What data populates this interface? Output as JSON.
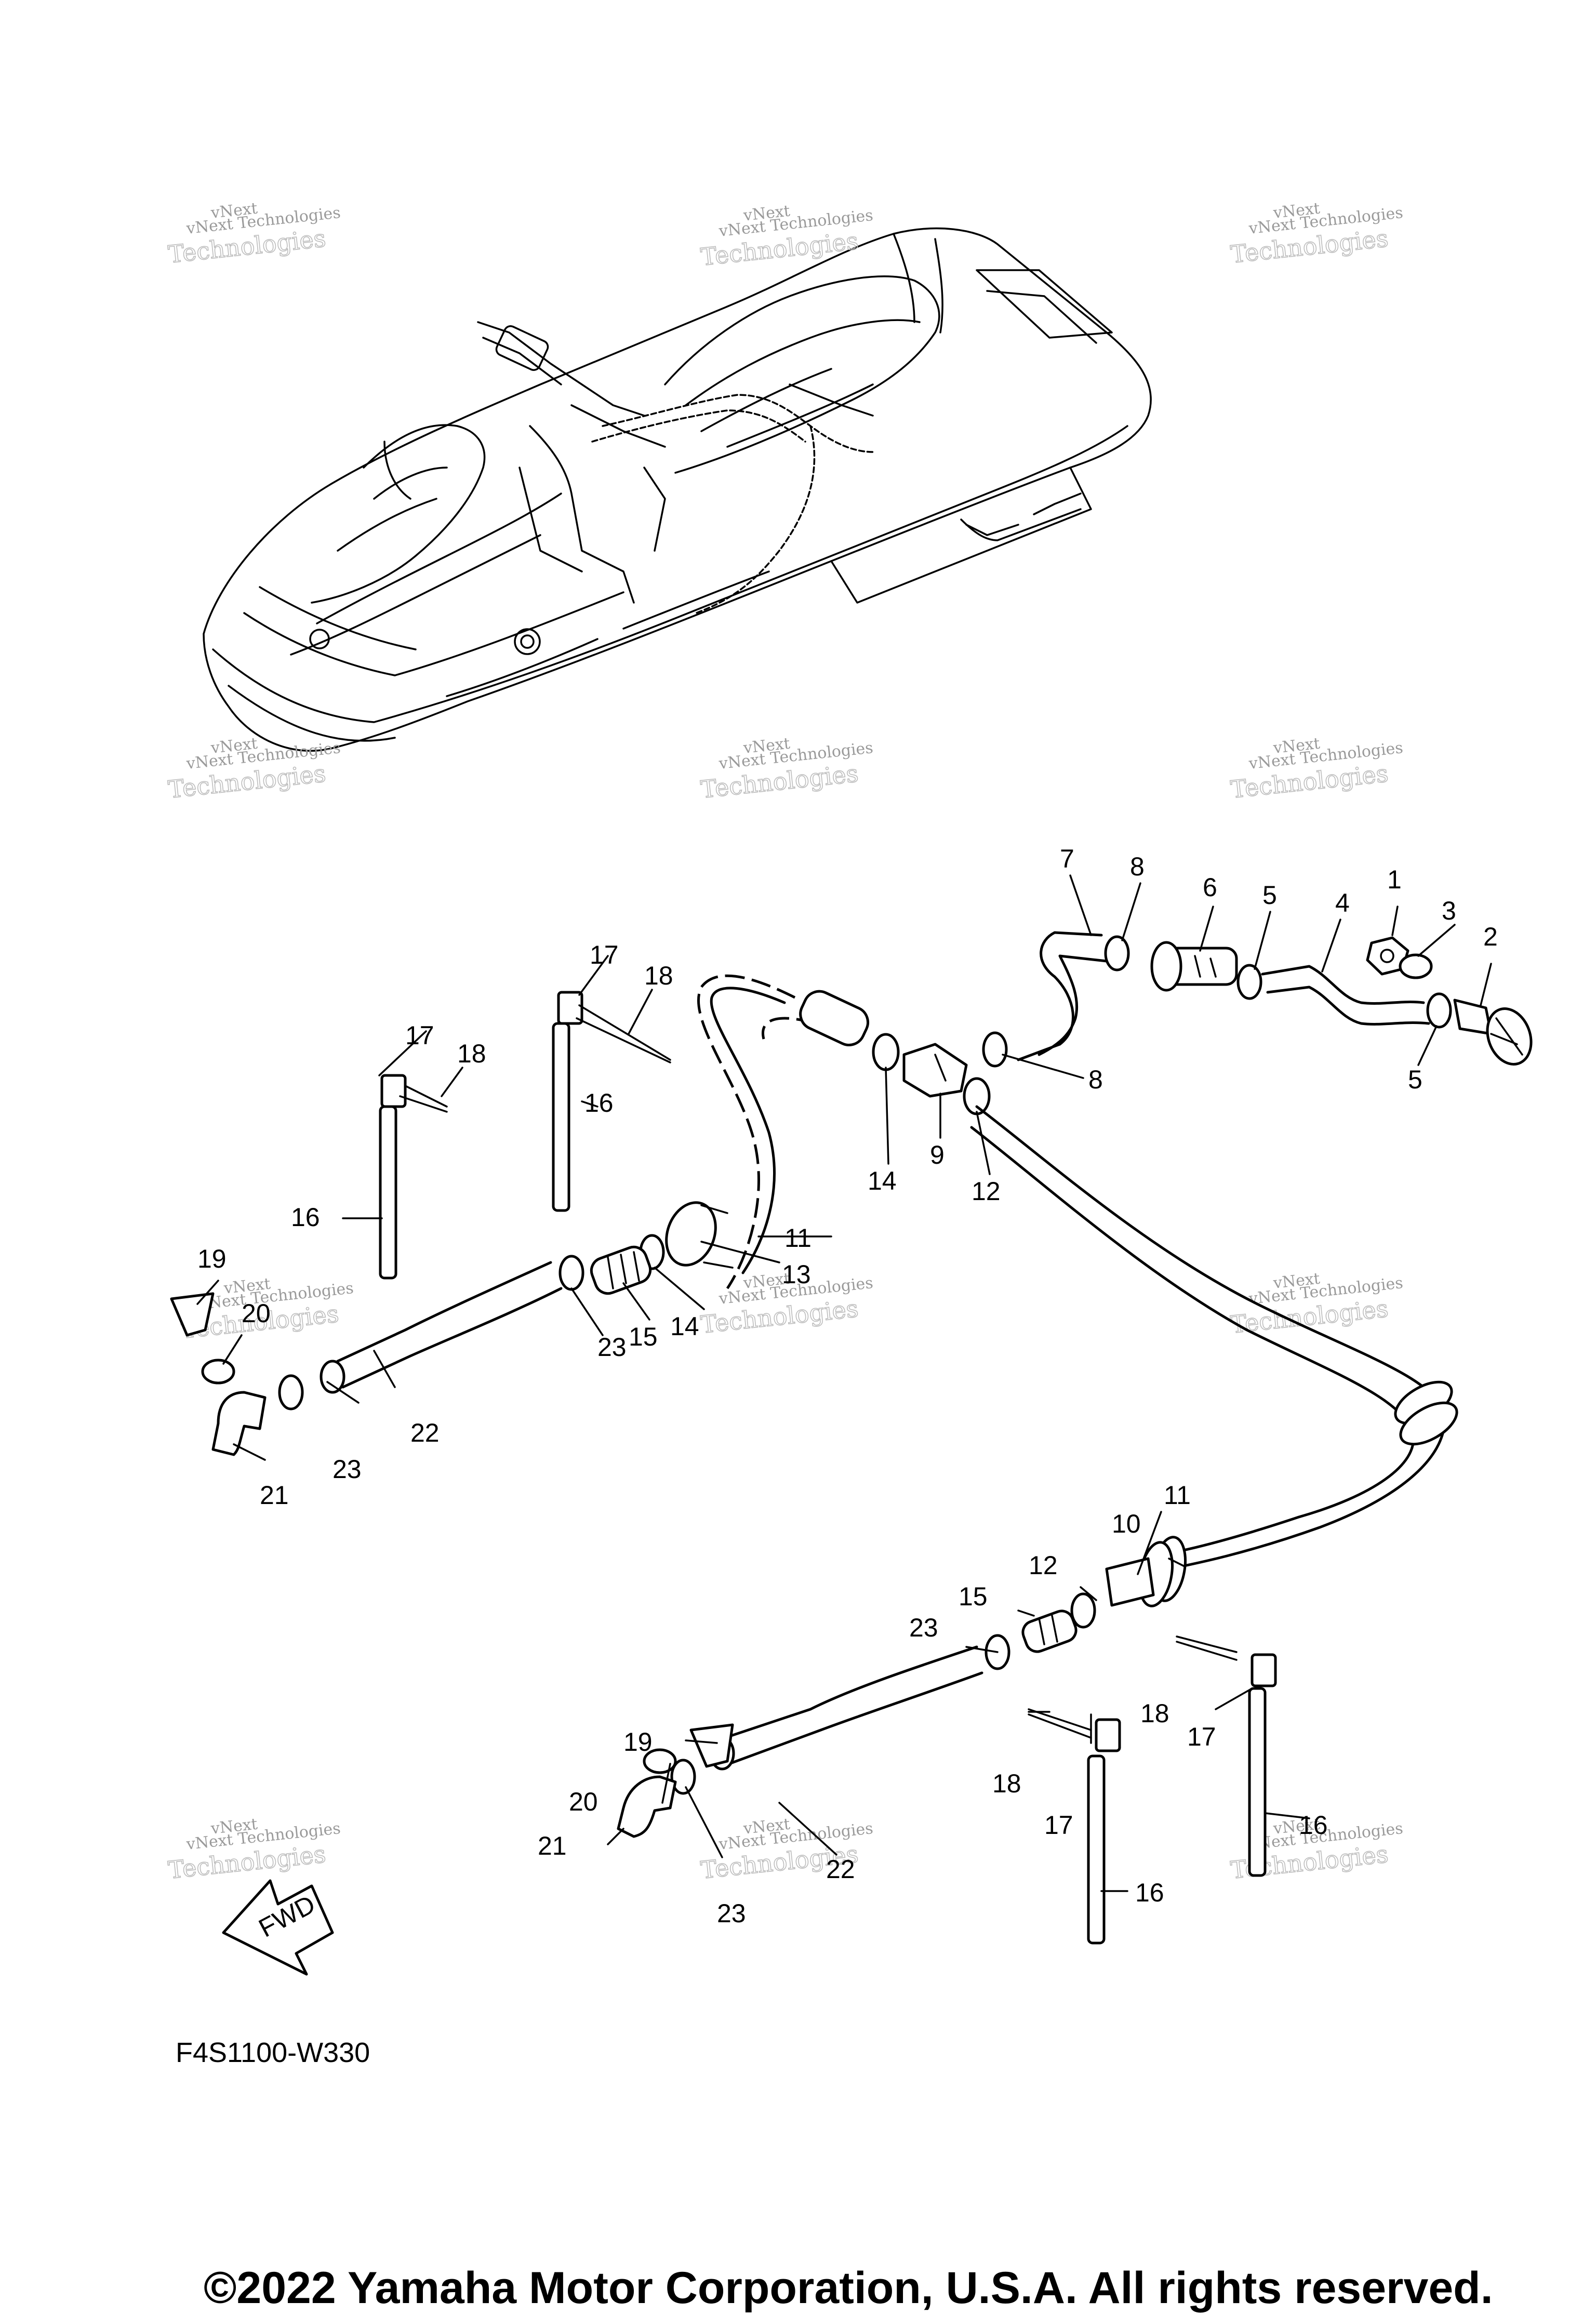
{
  "diagram": {
    "code": "F4S1100-W330",
    "copyright": "©2022 Yamaha Motor Corporation, U.S.A. All rights reserved.",
    "fwd_label": "FWD",
    "watermark": {
      "line1": "vNext Technologies",
      "line2": "Technologies",
      "line0": "vNext"
    },
    "callouts": [
      {
        "id": "c1",
        "text": "1"
      },
      {
        "id": "c2",
        "text": "2"
      },
      {
        "id": "c3",
        "text": "3"
      },
      {
        "id": "c4",
        "text": "4"
      },
      {
        "id": "c5a",
        "text": "5"
      },
      {
        "id": "c5b",
        "text": "5"
      },
      {
        "id": "c6",
        "text": "6"
      },
      {
        "id": "c7",
        "text": "7"
      },
      {
        "id": "c8a",
        "text": "8"
      },
      {
        "id": "c8b",
        "text": "8"
      },
      {
        "id": "c9",
        "text": "9"
      },
      {
        "id": "c10",
        "text": "10"
      },
      {
        "id": "c11a",
        "text": "11"
      },
      {
        "id": "c11b",
        "text": "11"
      },
      {
        "id": "c12a",
        "text": "12"
      },
      {
        "id": "c12b",
        "text": "12"
      },
      {
        "id": "c13",
        "text": "13"
      },
      {
        "id": "c14a",
        "text": "14"
      },
      {
        "id": "c14b",
        "text": "14"
      },
      {
        "id": "c15a",
        "text": "15"
      },
      {
        "id": "c15b",
        "text": "15"
      },
      {
        "id": "c16a",
        "text": "16"
      },
      {
        "id": "c16b",
        "text": "16"
      },
      {
        "id": "c16c",
        "text": "16"
      },
      {
        "id": "c16d",
        "text": "16"
      },
      {
        "id": "c17a",
        "text": "17"
      },
      {
        "id": "c17b",
        "text": "17"
      },
      {
        "id": "c17c",
        "text": "17"
      },
      {
        "id": "c17d",
        "text": "17"
      },
      {
        "id": "c18a",
        "text": "18"
      },
      {
        "id": "c18b",
        "text": "18"
      },
      {
        "id": "c18c",
        "text": "18"
      },
      {
        "id": "c18d",
        "text": "18"
      },
      {
        "id": "c19a",
        "text": "19"
      },
      {
        "id": "c19b",
        "text": "19"
      },
      {
        "id": "c20a",
        "text": "20"
      },
      {
        "id": "c20b",
        "text": "20"
      },
      {
        "id": "c21a",
        "text": "21"
      },
      {
        "id": "c21b",
        "text": "21"
      },
      {
        "id": "c22a",
        "text": "22"
      },
      {
        "id": "c22b",
        "text": "22"
      },
      {
        "id": "c23a",
        "text": "23"
      },
      {
        "id": "c23b",
        "text": "23"
      },
      {
        "id": "c23c",
        "text": "23"
      },
      {
        "id": "c23d",
        "text": "23"
      }
    ]
  }
}
